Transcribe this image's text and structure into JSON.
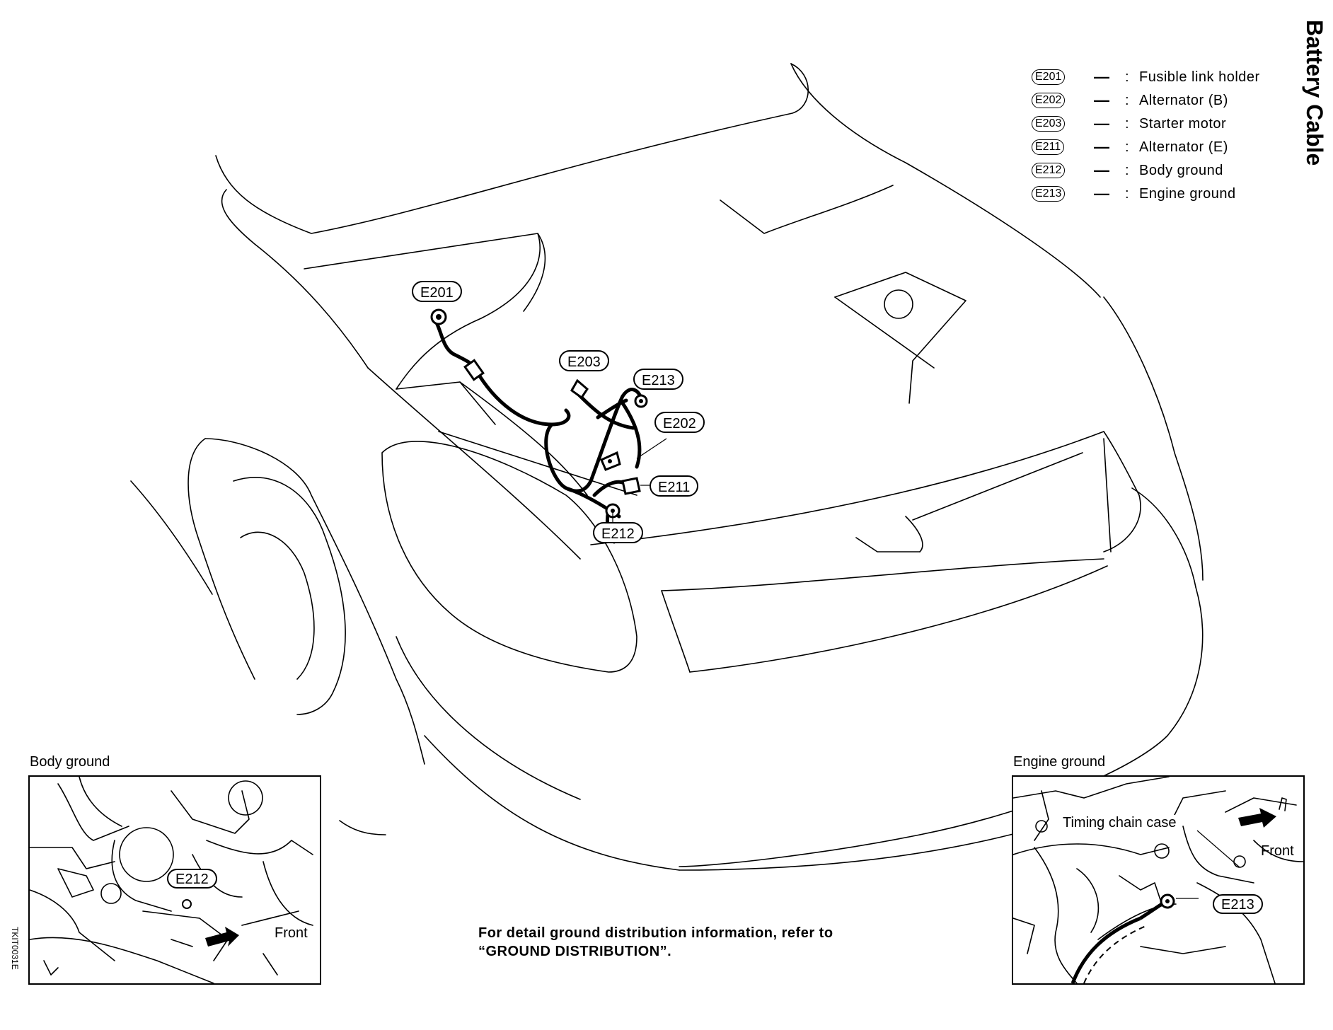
{
  "page": {
    "side_title": "Battery Cable",
    "doc_code": "TKIT0031E",
    "note_line1": "For detail ground distribution information, refer to",
    "note_line2": "“GROUND DISTRIBUTION”."
  },
  "legend": [
    {
      "code": "E201",
      "dash": "—",
      "colon": ":",
      "desc": "Fusible link holder"
    },
    {
      "code": "E202",
      "dash": "—",
      "colon": ":",
      "desc": "Alternator (B)"
    },
    {
      "code": "E203",
      "dash": "—",
      "colon": ":",
      "desc": "Starter motor"
    },
    {
      "code": "E211",
      "dash": "—",
      "colon": ":",
      "desc": "Alternator (E)"
    },
    {
      "code": "E212",
      "dash": "—",
      "colon": ":",
      "desc": "Body ground"
    },
    {
      "code": "E213",
      "dash": "—",
      "colon": ":",
      "desc": "Engine ground"
    }
  ],
  "callouts": {
    "e201": "E201",
    "e203": "E203",
    "e213": "E213",
    "e202": "E202",
    "e211": "E211",
    "e212": "E212"
  },
  "inset_body": {
    "title": "Body ground",
    "callout": "E212",
    "front_label": "Front"
  },
  "inset_engine": {
    "title": "Engine ground",
    "part_label": "Timing chain case",
    "callout": "E213",
    "front_label": "Front"
  }
}
